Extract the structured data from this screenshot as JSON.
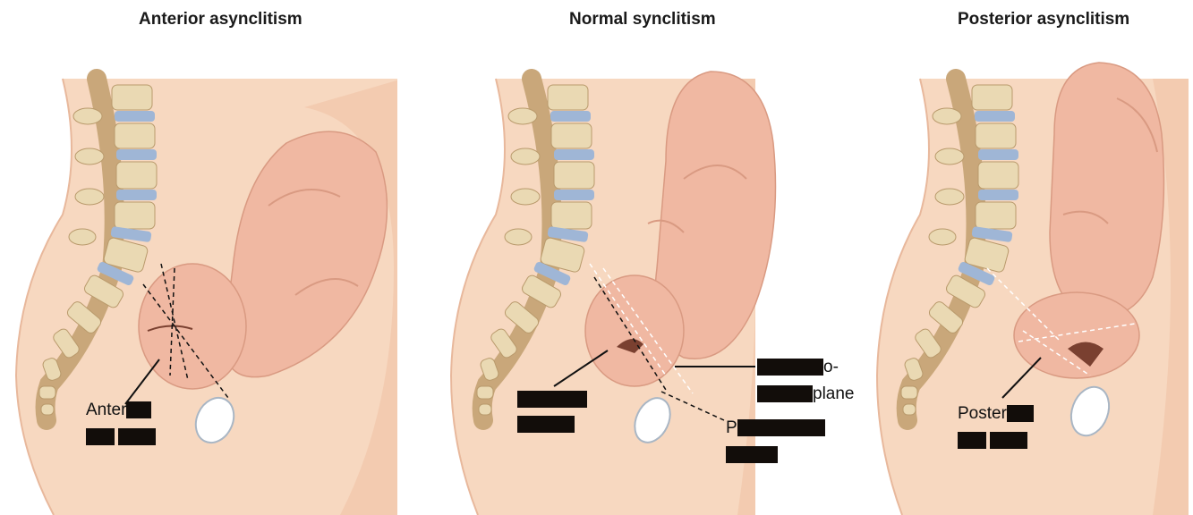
{
  "panels": [
    {
      "title": "Anterior asynclitism",
      "label_visible": "Anter"
    },
    {
      "title": "Normal synclitism",
      "label_plane": "plane",
      "label_pelvic_line2_visible": "P",
      "label_dash": "o-"
    },
    {
      "title": "Posterior asynclitism",
      "label_visible": "Poster"
    }
  ],
  "colors": {
    "skin": "#f7d8c0",
    "fetus": "#f0b8a2",
    "fetus_shade": "#e29d86",
    "bone": "#ead9b3",
    "disc": "#9fb6d6"
  }
}
